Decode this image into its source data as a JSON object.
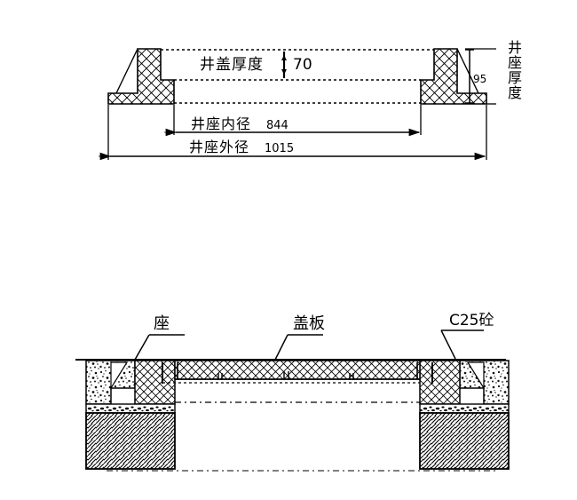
{
  "drawing": {
    "title": "manhole-cover-and-seat-section-drawing",
    "background_color": "#ffffff",
    "line_color": "#000000",
    "units": "mm"
  },
  "top_view": {
    "name": "seat-section-elevation",
    "labels": {
      "cover_thickness": "井盖厚度",
      "cover_thickness_value": "70",
      "inner_diameter": "井座内径",
      "inner_diameter_value": "844",
      "outer_diameter": "井座外径",
      "outer_diameter_value": "1015",
      "seat_thickness": "井座厚度",
      "seat_thickness_value": "95"
    }
  },
  "bottom_view": {
    "name": "installation-section-view",
    "labels": {
      "seat": "座",
      "cover_plate": "盖板",
      "concrete": "C25砼"
    }
  },
  "chart_data": {
    "type": "table",
    "title": "井盖井座尺寸",
    "categories": [
      "井盖厚度",
      "井座内径",
      "井座外径",
      "井座厚度"
    ],
    "values": [
      70,
      844,
      1015,
      95
    ],
    "units": "mm"
  }
}
